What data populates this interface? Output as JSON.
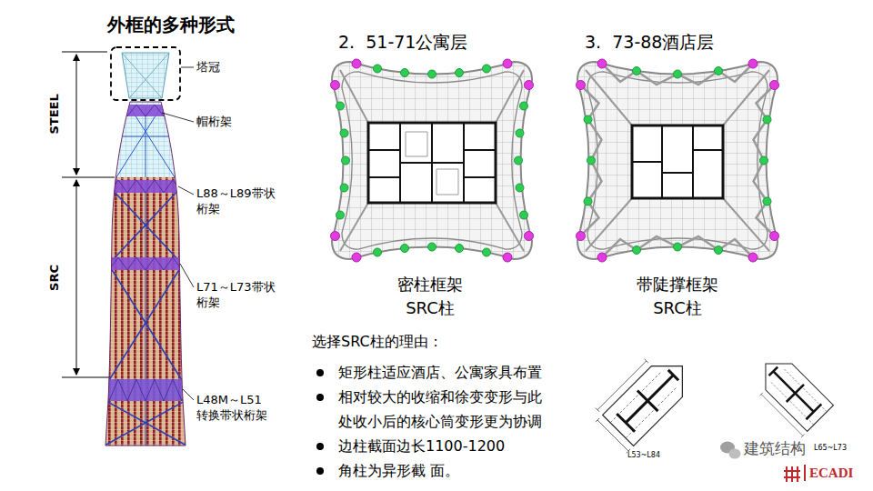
{
  "diagram": {
    "title": "外框的多种形式",
    "labels": [
      "STEEL",
      "SRC",
      "塔冠",
      "帽桁架",
      "L88～L89带状 桁架",
      "L71～L73带状 桁架",
      "L48M～L51 转换带状桁架",
      "2.  51-71公寓层",
      "3.  73-88酒店层",
      "密柱框架 SRC柱",
      "带陡撑框架 SRC柱",
      "选择SRC柱的理由：",
      "矩形柱适应酒店、公寓家具布置",
      "相对较大的收缩和徐变变形与此 处收小后的核心筒变形更为协调",
      "边柱截面边长1100-1200",
      "角柱为异形截 面。",
      "L53~L84",
      "L65~L73",
      "建筑结构",
      "ECADI"
    ]
  }
}
